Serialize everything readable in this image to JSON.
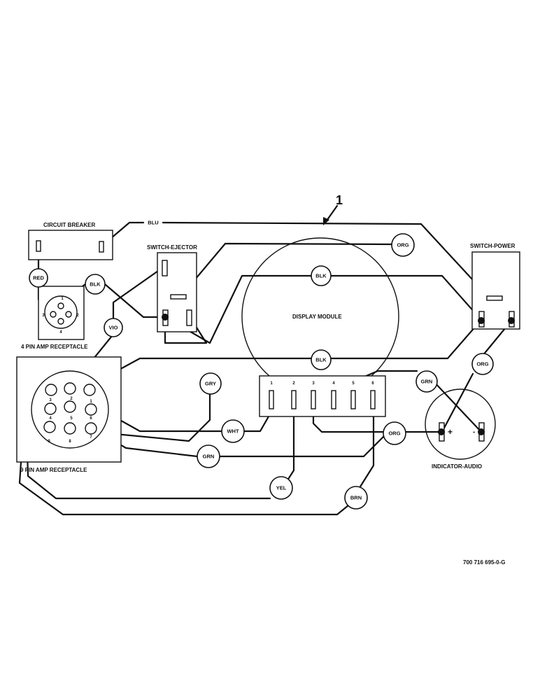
{
  "callout_number": "1",
  "components": {
    "circuit_breaker": "CIRCUIT BREAKER",
    "switch_ejector": "SWITCH-EJECTOR",
    "switch_power": "SWITCH-POWER",
    "display_module": "DISPLAY MODULE",
    "four_pin": "4 PIN AMP RECEPTACLE",
    "nine_pin": "9 PIN AMP RECEPTACLE",
    "indicator_audio": "INDICATOR-AUDIO"
  },
  "wire_tags": {
    "blu": "BLU",
    "red": "RED",
    "blk_left": "BLK",
    "vio": "VIO",
    "org_top": "ORG",
    "blk_upper": "BLK",
    "blk_lower": "BLK",
    "gry": "GRY",
    "wht": "WHT",
    "grn_lower": "GRN",
    "yel": "YEL",
    "brn": "BRN",
    "grn_right": "GRN",
    "org_right": "ORG",
    "org_audio": "ORG"
  },
  "terminal_numbers": [
    "1",
    "2",
    "3",
    "4",
    "5",
    "6"
  ],
  "four_pin_numbers": [
    "1",
    "2",
    "3",
    "4"
  ],
  "nine_pin_numbers": [
    "1",
    "2",
    "3",
    "4",
    "5",
    "6",
    "7",
    "8",
    "9"
  ],
  "indicator_polarity": {
    "plus": "+",
    "minus": "-"
  },
  "part_number": "700 716 695-0-G"
}
